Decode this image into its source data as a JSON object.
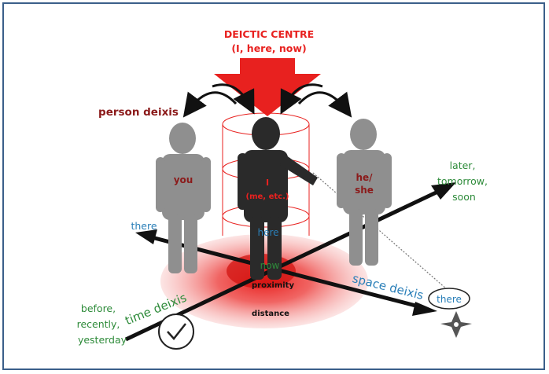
{
  "centre": {
    "title": "DEICTIC CENTRE",
    "subtitle": "(I, here, now)"
  },
  "person_deixis": "person deixis",
  "you": "you",
  "i_label": "I",
  "i_sub": "(me, etc.)",
  "he_line1": "he/",
  "he_line2": "she",
  "here": "here",
  "now": "now",
  "proximity": "proximity",
  "distance": "distance",
  "there_left": "there",
  "there_right": "there",
  "future_1": "later,",
  "future_2": "tomorrow,",
  "future_3": "soon",
  "past_1": "before,",
  "past_2": "recently,",
  "past_3": "yesterday",
  "time_deixis": "time deixis",
  "space_deixis": "space deixis",
  "colors": {
    "red": "#e8211f",
    "darkred": "#8b1a1a",
    "green": "#2e8b3a",
    "blue": "#2a7fb8",
    "gray": "#8a8a8a",
    "darkgray": "#2a2a2a",
    "frame": "#3b5f8a"
  },
  "icons": [
    "clock-icon",
    "compass-icon"
  ]
}
